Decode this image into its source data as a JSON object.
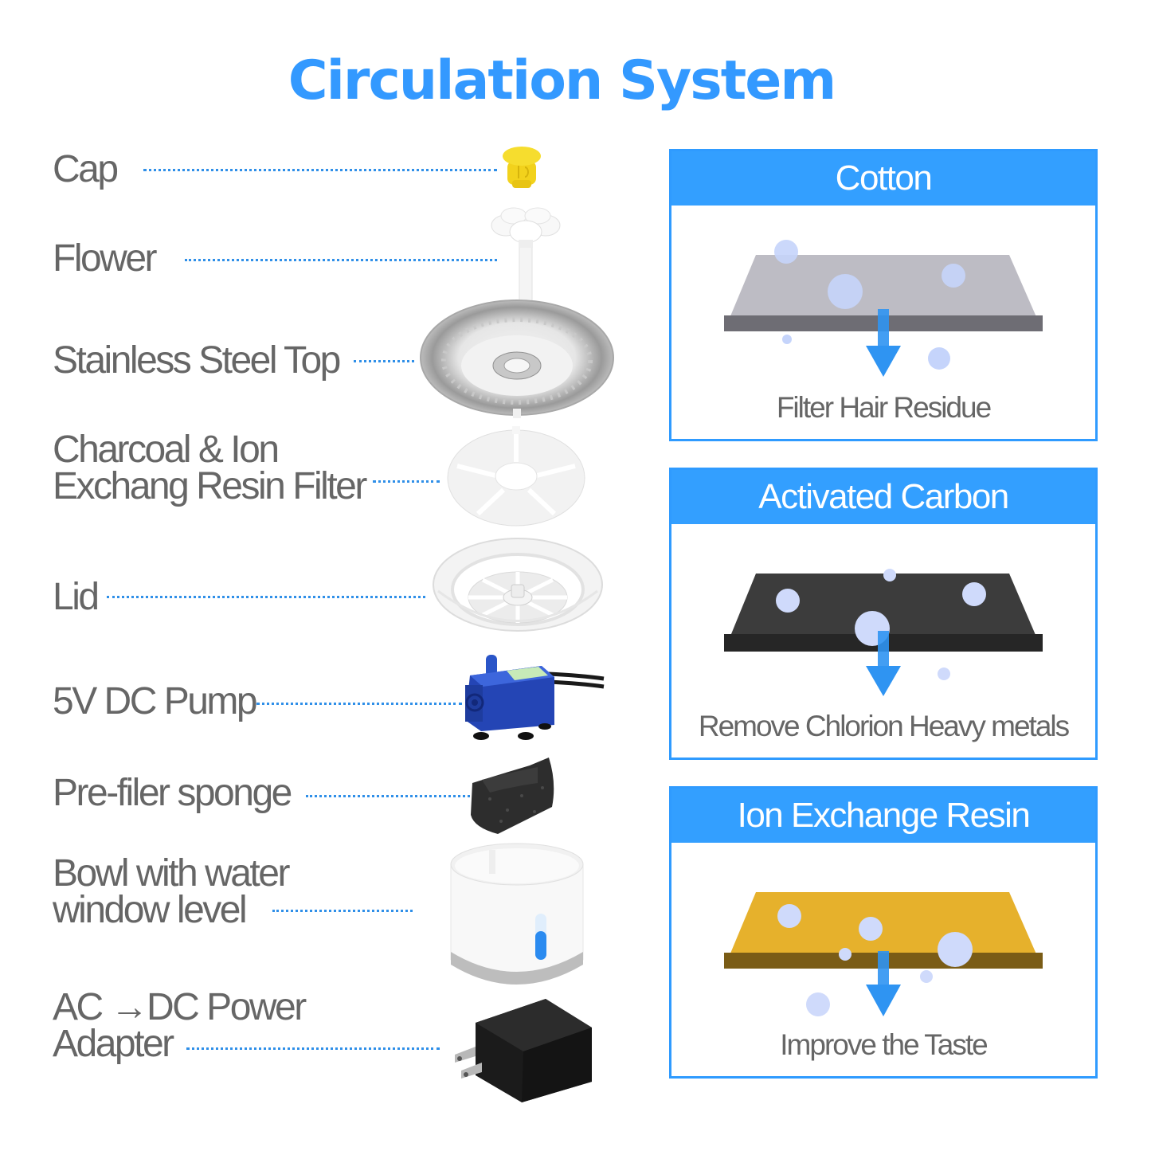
{
  "title": "Circulation System",
  "colors": {
    "accent_blue": "#3399ff",
    "label_gray": "#666666",
    "dot_line": "#2f8fe8",
    "cotton_top": "#bdbcc4",
    "cotton_side": "#6e6d74",
    "carbon_top": "#3c3c3c",
    "carbon_side": "#262626",
    "resin_top": "#e6b12c",
    "resin_side": "#7a5c16"
  },
  "parts": [
    {
      "label": "Cap",
      "icon": "yellow-cap-icon"
    },
    {
      "label": "Flower",
      "icon": "flower-spout-icon"
    },
    {
      "label": "Stainless Steel Top",
      "icon": "steel-tray-icon"
    },
    {
      "label": "Charcoal & Ion\nExchang Resin Filter",
      "icon": "filter-disc-icon"
    },
    {
      "label": "Lid",
      "icon": "lid-icon"
    },
    {
      "label": "5V DC Pump",
      "icon": "pump-icon"
    },
    {
      "label": "Pre-filer sponge",
      "icon": "sponge-icon"
    },
    {
      "label": "Bowl with water\nwindow level",
      "icon": "bowl-icon"
    },
    {
      "label": "AC →DC Power\nAdapter",
      "icon": "power-adapter-icon"
    }
  ],
  "filters": [
    {
      "heading": "Cotton",
      "caption": "Filter Hair Residue",
      "material": "cotton"
    },
    {
      "heading": "Activated Carbon",
      "caption": "Remove Chlorion Heavy metals",
      "material": "carbon"
    },
    {
      "heading": "Ion Exchange Resin",
      "caption": "Improve the Taste",
      "material": "resin"
    }
  ]
}
